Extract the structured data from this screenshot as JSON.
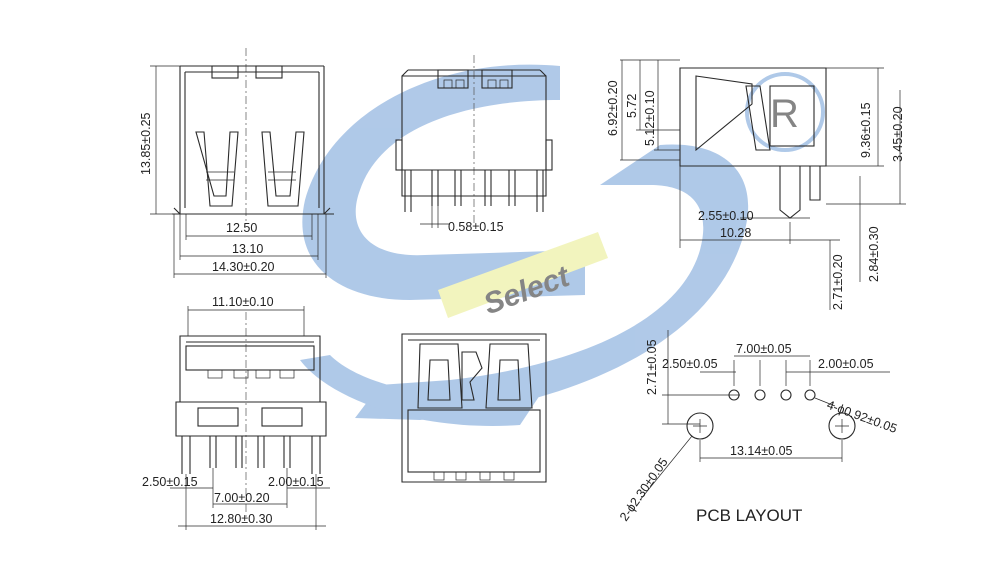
{
  "colors": {
    "watermark_blue": "#6f9dd6",
    "watermark_yellow": "#e8ec8a",
    "line": "#2a2a2a"
  },
  "watermark": {
    "text": "Select",
    "registered_mark": "R"
  },
  "views": {
    "front": {
      "height": "13.85±0.25",
      "inner_width": "12.50",
      "mid_width": "13.10",
      "outer_width": "14.30±0.20"
    },
    "rear": {
      "pin_width": "0.58±0.15"
    },
    "side": {
      "d1": "6.92±0.20",
      "d2": "5.72",
      "d3": "5.12±0.10",
      "d4": "9.36±0.15",
      "d5": "3.45±0.20",
      "d6": "2.55±0.10",
      "d7": "10.28",
      "d8": "2.71±0.20",
      "d9": "2.84±0.30"
    },
    "bottom": {
      "top_width": "11.10±0.10",
      "left_pitch": "2.50±0.15",
      "right_pitch": "2.00±0.15",
      "span": "7.00±0.20",
      "total": "12.80±0.30"
    },
    "pcb": {
      "title": "PCB LAYOUT",
      "row_offset": "2.71±0.05",
      "pitch_a": "2.50±0.05",
      "pitch_b": "7.00±0.05",
      "pitch_c": "2.00±0.05",
      "small_holes": "4-ϕ0.92±0.05",
      "large_holes": "2-ϕ2.30±0.05",
      "hole_span": "13.14±0.05"
    }
  }
}
